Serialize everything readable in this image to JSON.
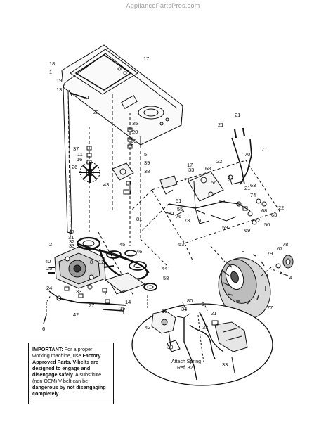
{
  "watermark": "AppliancePartsPros.com",
  "note": {
    "heading": "IMPORTANT:",
    "line_1": " For a proper working machine, use ",
    "bold_1": "Factory Approved Parts. V-belts are designed to engage and disengage safely.",
    "line_2": " A substitute (non OEM) V-belt can be ",
    "bold_2": "dangerous by not disengaging completely."
  },
  "detail_label": {
    "line_1": "Attach Spring",
    "line_2": "Ref. 32"
  },
  "callouts": [
    {
      "id": "c1",
      "text": "1"
    },
    {
      "id": "c2",
      "text": "2"
    },
    {
      "id": "c3",
      "text": "3"
    },
    {
      "id": "c4",
      "text": "4"
    },
    {
      "id": "c5",
      "text": "5"
    },
    {
      "id": "c6",
      "text": "6"
    },
    {
      "id": "c7",
      "text": "7"
    },
    {
      "id": "c8",
      "text": "8"
    },
    {
      "id": "c9",
      "text": "9"
    },
    {
      "id": "c10",
      "text": "10"
    },
    {
      "id": "c11",
      "text": "11"
    },
    {
      "id": "c12",
      "text": "12"
    },
    {
      "id": "c13",
      "text": "13"
    },
    {
      "id": "c14",
      "text": "14"
    },
    {
      "id": "c15",
      "text": "15"
    },
    {
      "id": "c16",
      "text": "16"
    },
    {
      "id": "c17",
      "text": "17"
    },
    {
      "id": "c18",
      "text": "18"
    },
    {
      "id": "c19",
      "text": "19"
    },
    {
      "id": "c20",
      "text": "20"
    },
    {
      "id": "c21",
      "text": "21"
    },
    {
      "id": "c22",
      "text": "22"
    },
    {
      "id": "c24",
      "text": "24"
    },
    {
      "id": "c25",
      "text": "25"
    },
    {
      "id": "c26",
      "text": "26"
    },
    {
      "id": "c27",
      "text": "27"
    },
    {
      "id": "c28",
      "text": "28"
    },
    {
      "id": "c30",
      "text": "30"
    },
    {
      "id": "c31",
      "text": "31"
    },
    {
      "id": "c32",
      "text": "32"
    },
    {
      "id": "c33",
      "text": "33"
    },
    {
      "id": "c34",
      "text": "34"
    },
    {
      "id": "c35",
      "text": "35"
    },
    {
      "id": "c37",
      "text": "37"
    },
    {
      "id": "c38",
      "text": "38"
    },
    {
      "id": "c39",
      "text": "39"
    },
    {
      "id": "c40",
      "text": "40"
    },
    {
      "id": "c42",
      "text": "42"
    },
    {
      "id": "c43",
      "text": "43"
    },
    {
      "id": "c44",
      "text": "44"
    },
    {
      "id": "c45",
      "text": "45"
    },
    {
      "id": "c46",
      "text": "46"
    },
    {
      "id": "c47",
      "text": "47"
    },
    {
      "id": "c50",
      "text": "50"
    },
    {
      "id": "c51",
      "text": "51"
    },
    {
      "id": "c53",
      "text": "53"
    },
    {
      "id": "c55",
      "text": "55"
    },
    {
      "id": "c56",
      "text": "56"
    },
    {
      "id": "c58",
      "text": "58"
    },
    {
      "id": "c59",
      "text": "59"
    },
    {
      "id": "c61",
      "text": "61"
    },
    {
      "id": "c63",
      "text": "63"
    },
    {
      "id": "c67",
      "text": "67"
    },
    {
      "id": "c68",
      "text": "68"
    },
    {
      "id": "c69",
      "text": "69"
    },
    {
      "id": "c70",
      "text": "70"
    },
    {
      "id": "c71",
      "text": "71"
    },
    {
      "id": "c73",
      "text": "73"
    },
    {
      "id": "c74",
      "text": "74"
    },
    {
      "id": "c75",
      "text": "75"
    },
    {
      "id": "c76",
      "text": "76"
    },
    {
      "id": "c77",
      "text": "77"
    },
    {
      "id": "c78",
      "text": "78"
    },
    {
      "id": "c79",
      "text": "79"
    },
    {
      "id": "c80",
      "text": "80"
    },
    {
      "id": "c81",
      "text": "81"
    }
  ]
}
